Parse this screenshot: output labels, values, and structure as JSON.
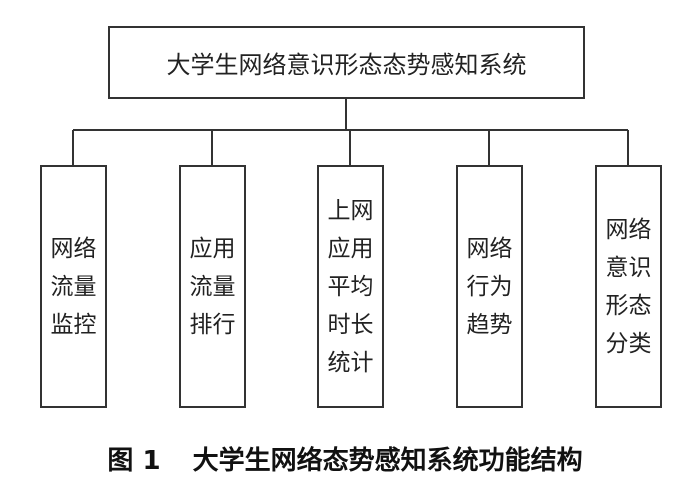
{
  "diagram": {
    "root": "大学生网络意识形态态势感知系统",
    "children": [
      {
        "label": "网络\n流量\n监控"
      },
      {
        "label": "应用\n流量\n排行"
      },
      {
        "label": "上网\n应用\n平均\n时长\n统计"
      },
      {
        "label": "网络\n行为\n趋势"
      },
      {
        "label": "网络\n意识\n形态\n分类"
      }
    ]
  },
  "caption": {
    "number": "图 1",
    "text": "大学生网络态势感知系统功能结构"
  }
}
